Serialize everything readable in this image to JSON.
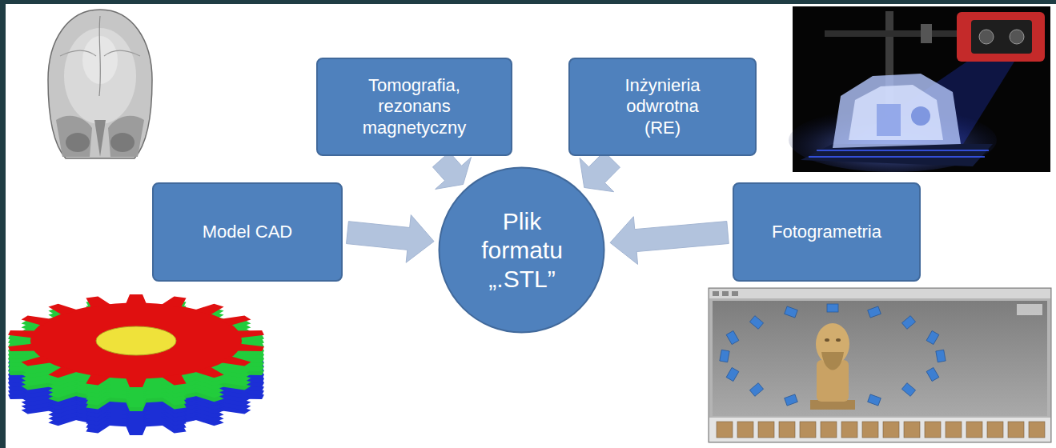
{
  "diagram": {
    "nodes": [
      {
        "text": [
          "Tomografia, rezonans magnetyczny"
        ]
      },
      {
        "text": [
          "Inżynieria odwrotna (RE)"
        ]
      },
      {
        "text": [
          "Model CAD"
        ]
      },
      {
        "text": [
          "Plik formatu „.STL”"
        ]
      },
      {
        "text": [
          "Fotogrametria"
        ]
      }
    ],
    "edges": [
      {
        "from": 0,
        "to": 3,
        "arrow": "to"
      },
      {
        "from": 1,
        "to": 3,
        "arrow": "to"
      },
      {
        "from": 2,
        "to": 3,
        "arrow": "to"
      },
      {
        "from": 4,
        "to": 3,
        "arrow": "to"
      }
    ]
  }
}
